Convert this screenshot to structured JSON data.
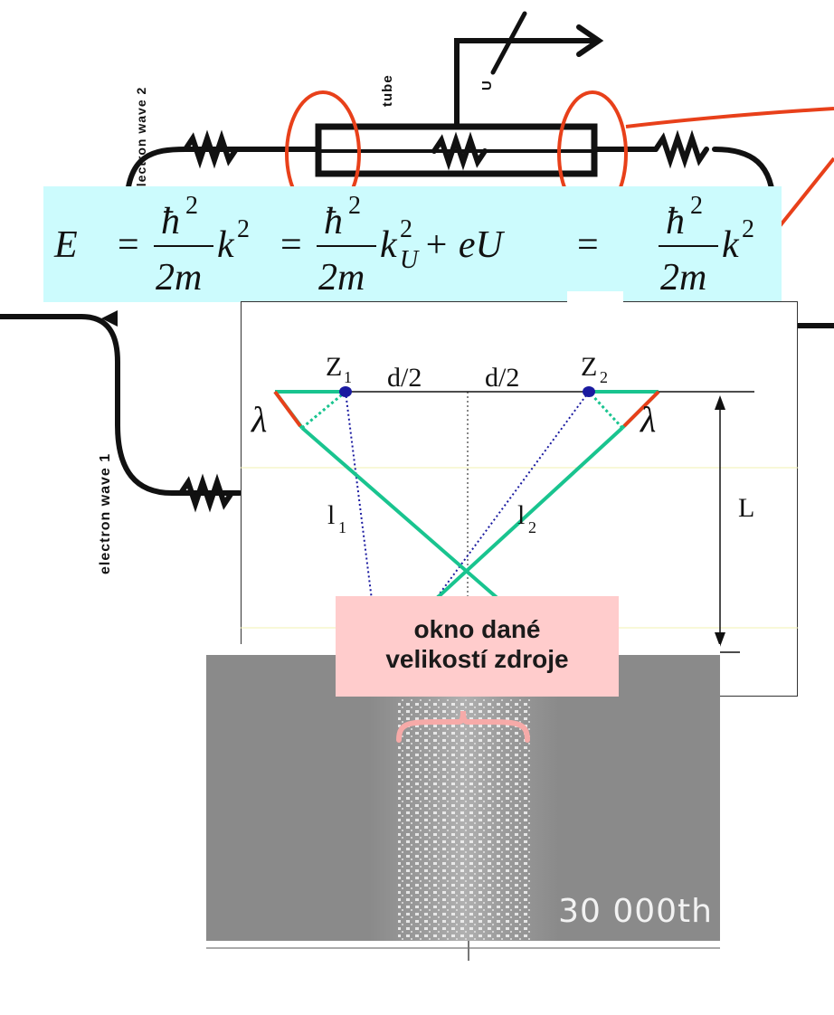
{
  "circuit": {
    "label_tube": "tube",
    "label_voltage": "U",
    "label_wave2": "electron wave 2",
    "label_wave1": "electron wave 1"
  },
  "equation": {
    "E": "E",
    "eq": "=",
    "hbar": "ħ",
    "sq": "2",
    "den": "2m",
    "k": "k",
    "kU_sub": "U",
    "plus_term": "+ eU"
  },
  "geometry": {
    "z1": "Z",
    "z1_sub": "1",
    "z2": "Z",
    "z2_sub": "2",
    "half_d_left": "d/2",
    "half_d_right": "d/2",
    "lambda_left": "λ",
    "lambda_right": "λ",
    "l1": "l",
    "l1_sub": "1",
    "l2": "l",
    "l2_sub": "2",
    "L": "L"
  },
  "callout": {
    "line1": "okno dané",
    "line2": "velikostí zdroje"
  },
  "photo": {
    "caption": "30 000th"
  },
  "colors": {
    "equation_bg": "#ccfbfd",
    "callout_bg": "#ffcccc",
    "ray_green": "#19c48f",
    "marker_red": "#e8401a",
    "circle_red": "#e8401a",
    "source_blue": "#1a1aa0"
  }
}
